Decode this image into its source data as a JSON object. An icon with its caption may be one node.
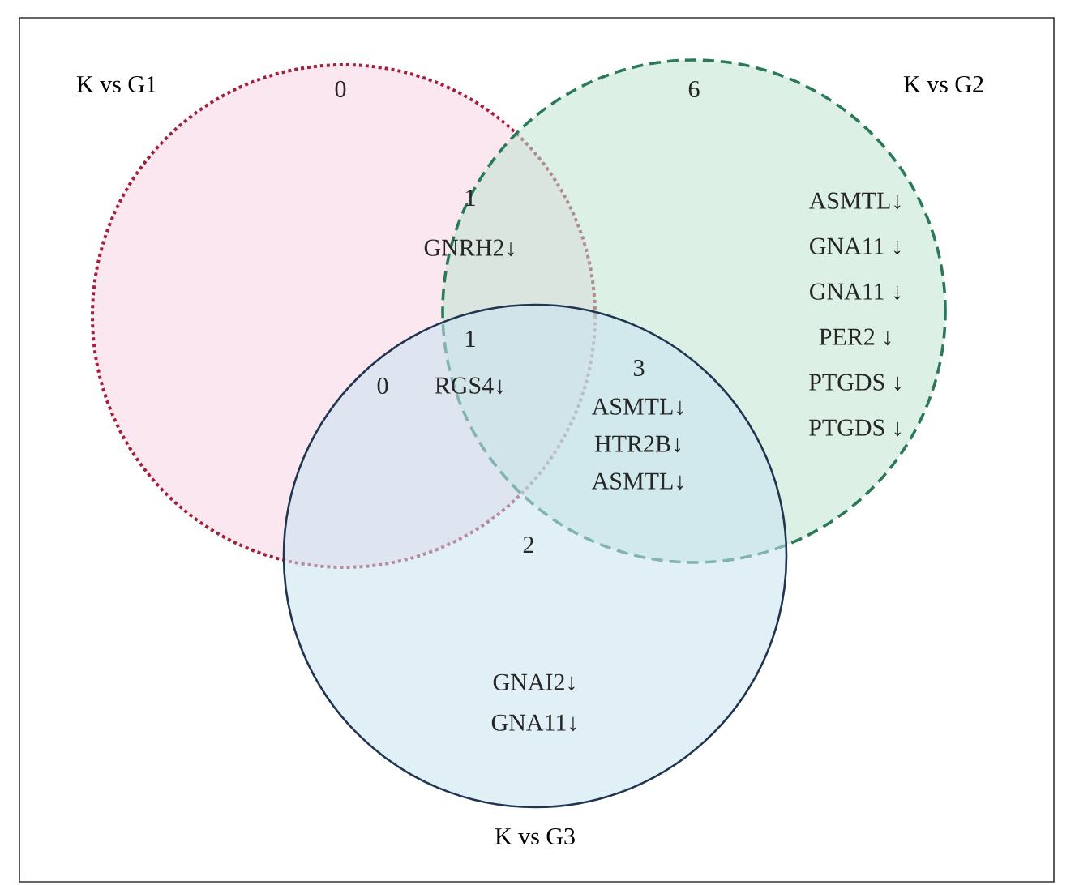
{
  "diagram": {
    "nodes": [
      {
        "text": [
          "K vs G1"
        ]
      },
      {
        "text": [
          "K vs G2"
        ]
      },
      {
        "text": [
          "K vs G3"
        ]
      }
    ],
    "labels": [
      "0",
      "6",
      "ASMTL↓",
      "1",
      "GNA11 ↓",
      "GNRH2↓",
      "GNA11 ↓",
      "PER2 ↓",
      "1",
      "PTGDS ↓",
      "0",
      "RGS4↓",
      "3",
      "PTGDS ↓",
      "ASMTL↓",
      "HTR2B↓",
      "ASMTL↓",
      "2",
      "GNAI2↓",
      "GNA11↓"
    ]
  }
}
